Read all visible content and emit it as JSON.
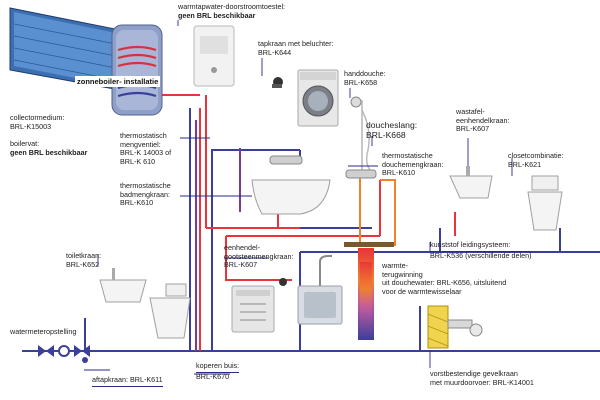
{
  "colors": {
    "hot": "#e8343a",
    "cold": "#3a3f9a",
    "warm_tap": "#f0822d",
    "collector": "#3d6fb0",
    "boiler_tank": "#8fa0c8",
    "purple_mix": "#7a3c8c",
    "text": "#222222",
    "underline": "#2a2a8a"
  },
  "labels": {
    "tank_caption": [
      "zonneboiler-",
      "installatie"
    ],
    "collectormedium": {
      "title": "collectormedium:",
      "sub": "BRL-K15003"
    },
    "boilervat": {
      "title": "boilervat:",
      "sub": "geen BRL beschikbaar"
    },
    "warmtapwater": {
      "title": "warmtapwater-doorstroomtoestel:",
      "sub": "geen BRL beschikbaar"
    },
    "tapkraan": {
      "title": "tapkraan met beluchter:",
      "sub": "BRL-K644"
    },
    "handdouche": {
      "title": "handdouche:",
      "sub": "BRL-K658"
    },
    "doucheslang": {
      "title": "doucheslang:",
      "sub": "BRL-K668"
    },
    "wastafel": {
      "title1": "wastafel-",
      "title2": "eenhendelkraan:",
      "sub": "BRL-K607"
    },
    "closet": {
      "title": "closetcombinatie:",
      "sub": "BRL-K621"
    },
    "therm_mengventiel": {
      "title1": "thermostatisch",
      "title2": "mengventiel:",
      "sub1": "BRL-K 14003 of",
      "sub2": "BRL-K 610"
    },
    "therm_bad": {
      "title1": "thermostatische",
      "title2": "badmengkraan:",
      "sub": "BRL-K610"
    },
    "therm_douche": {
      "title1": "thermostatische",
      "title2": "douchemengkraan:",
      "sub": "BRL-K610"
    },
    "kunststof": {
      "title": "kunststof leidingsysteem:",
      "sub": "BRL-K536 (verschillende delen)"
    },
    "warmteterug": {
      "l1": "warmte-",
      "l2": "terugwinning",
      "l3": "uit douchewater: BRL-K656, uitsluitend",
      "l4": "voor de warmtewisselaar"
    },
    "toiletkraan": {
      "title": "toiletkraan:",
      "sub": "BRL-K652"
    },
    "eenhendel_gootsteen": {
      "title1": "eenhendel-",
      "title2": "gootsteenmengkraan:",
      "sub": "BRL-K607"
    },
    "watermeter": {
      "title": "watermeteropstelling"
    },
    "aftapkraan": {
      "title": "aftapkraan: BRL-K611"
    },
    "koperen": {
      "title": "koperen buis:",
      "sub": "BRL-K670"
    },
    "vorstbestendige": {
      "l1": "vorstbestendige gevelkraan",
      "l2": "met muurdoorvoer: BRL-K14001"
    }
  }
}
